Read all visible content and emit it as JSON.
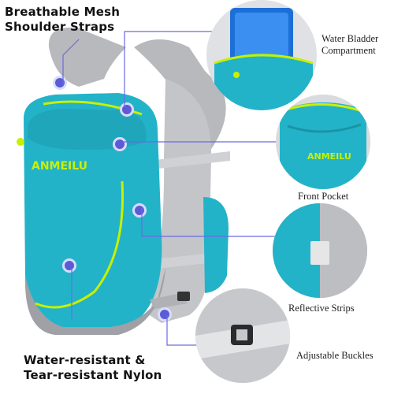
{
  "callouts": {
    "top_left": [
      "Breathable Mesh",
      "Shoulder Straps"
    ],
    "bottom_left": [
      "Water-resistant &",
      "Tear-resistant Nylon"
    ]
  },
  "features": [
    {
      "label": [
        "Water Bladder",
        "Compartment"
      ],
      "icon": "water-bladder-closeup"
    },
    {
      "label": [
        "Front Pocket"
      ],
      "icon": "front-pocket-closeup"
    },
    {
      "label": [
        "Reflective Strips"
      ],
      "icon": "reflective-strip-closeup"
    },
    {
      "label": [
        "Adjustable Buckles"
      ],
      "icon": "buckle-closeup"
    }
  ],
  "product": {
    "brand": "ANMEILU"
  },
  "colors": {
    "pack_teal": "#23b3c8",
    "pack_gray": "#b8b9bd",
    "trim_yellow": "#c8f000",
    "marker_purple": "#5b5bd6",
    "connector": "#6a6ae0"
  }
}
